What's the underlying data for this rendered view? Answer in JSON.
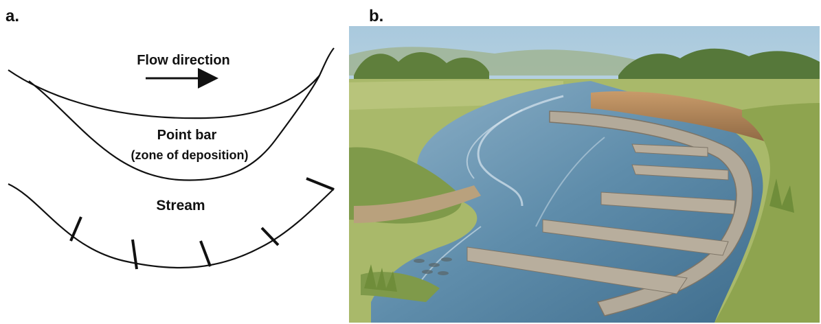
{
  "panel_a": {
    "letter": "a.",
    "flow_label": "Flow direction",
    "point_bar_label": "Point bar",
    "point_bar_sublabel": "(zone of deposition)",
    "stream_label": "Stream"
  },
  "panel_b": {
    "letter": "b.",
    "illustration": "watercolor river bend with rock groynes along eroded outer bank"
  }
}
